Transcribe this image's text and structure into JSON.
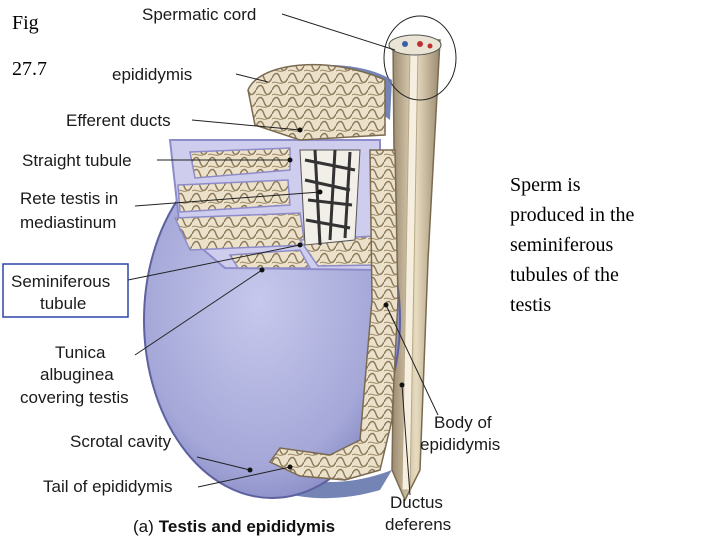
{
  "figure_label": {
    "line1": "Fig",
    "line2": "27.7"
  },
  "side_text": [
    "Sperm is",
    "produced in the",
    "seminiferous",
    "tubules of the",
    "testis"
  ],
  "labels": {
    "spermatic_cord": "Spermatic cord",
    "epididymis": "epididymis",
    "efferent_ducts": "Efferent ducts",
    "straight_tubule": "Straight tubule",
    "rete_testis_1": "Rete testis in",
    "rete_testis_2": "mediastinum",
    "seminiferous_1": "Seminiferous",
    "seminiferous_2": "tubule",
    "tunica_1": "Tunica",
    "tunica_2": "albuginea",
    "tunica_3": "covering testis",
    "scrotal_cavity": "Scrotal cavity",
    "tail_epididymis": "Tail of epididymis",
    "body_epididymis_1": "Body of",
    "body_epididymis_2": "epididymis",
    "ductus_1": "Ductus",
    "ductus_2": "deferens"
  },
  "caption": {
    "prefix": "(a)",
    "text": "Testis and epididymis"
  },
  "colors": {
    "testis_fill": "#a9acd9",
    "testis_dark": "#7f82bf",
    "septa": "#c9c8ea",
    "tubule_fill": "#e8dcc4",
    "tubule_line": "#8a7a60",
    "cord_fill": "#d7c9a8",
    "vas_fill": "#f3ead6",
    "label_box": "#2a45a8"
  }
}
